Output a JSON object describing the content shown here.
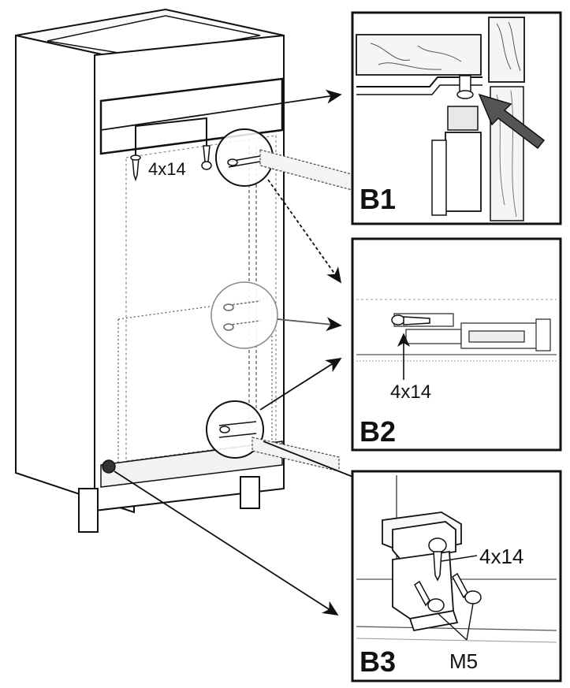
{
  "labels": {
    "screw_top": "4x14",
    "screw_b2": "4x14",
    "screw_b3": "4x14",
    "screw_m5": "M5"
  },
  "panels": {
    "b1": "B1",
    "b2": "B2",
    "b3": "B3"
  },
  "colors": {
    "line": "#111111",
    "wood_light": "#f4f4f4",
    "shade": "#9a9a9a"
  }
}
